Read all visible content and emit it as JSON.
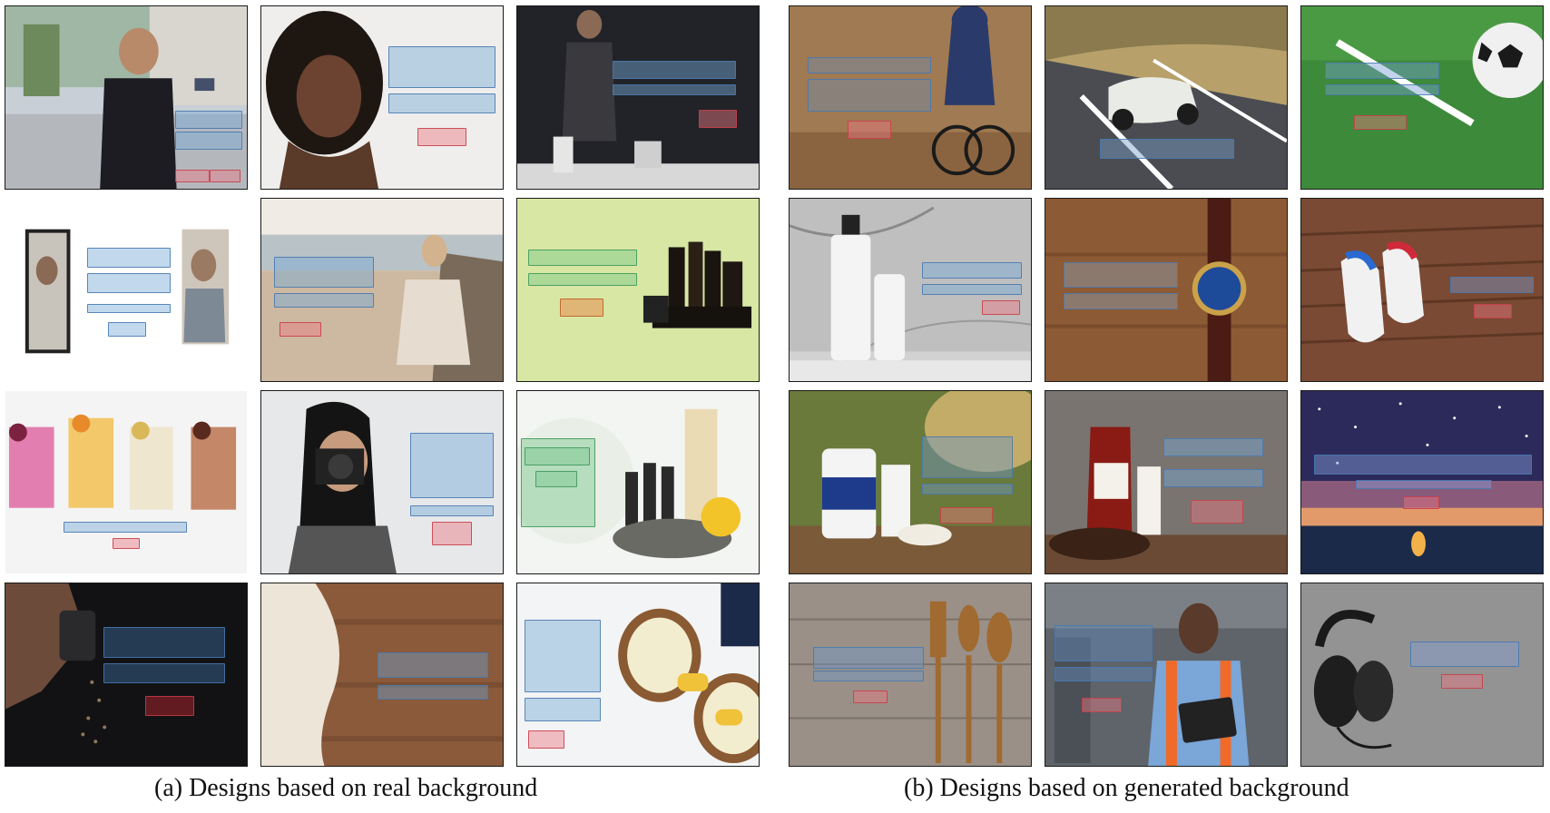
{
  "captions": {
    "a": "(a) Designs based on real background",
    "b": "(b) Designs based on generated background"
  },
  "colors": {
    "layout_box_text": "#78aad7",
    "layout_box_button": "#eb7882",
    "layout_box_green": "#78c88c",
    "layout_box_orange": "#e6965a"
  },
  "panels": {
    "a": {
      "tiles": [
        {
          "subject": "woman standing on street"
        },
        {
          "subject": "woman with curly hair smiling"
        },
        {
          "subject": "man at desk in dark room"
        },
        {
          "subject": "framed family photo prints"
        },
        {
          "subject": "woman sitting on beach"
        },
        {
          "subject": "hair care product set on green"
        },
        {
          "subject": "smoothie cups with ingredients"
        },
        {
          "subject": "woman holding camera"
        },
        {
          "subject": "dropper bottles with lemon"
        },
        {
          "subject": "hand pouring powder on dark"
        },
        {
          "subject": "wooden table with white cloth"
        },
        {
          "subject": "toast with corn and cheese"
        }
      ]
    },
    "b": {
      "tiles": [
        {
          "subject": "cyclist on dirt trail"
        },
        {
          "subject": "white sports car on road"
        },
        {
          "subject": "soccer ball on grass field"
        },
        {
          "subject": "pump bottles on marble"
        },
        {
          "subject": "wristwatch on wooden table"
        },
        {
          "subject": "baby shoes on wooden deck"
        },
        {
          "subject": "protein powder jar with milk"
        },
        {
          "subject": "coffee bag with beans"
        },
        {
          "subject": "starry night sky over water"
        },
        {
          "subject": "wooden cutlery on table"
        },
        {
          "subject": "worker holding tablet"
        },
        {
          "subject": "headphones on gray fabric"
        }
      ]
    }
  }
}
